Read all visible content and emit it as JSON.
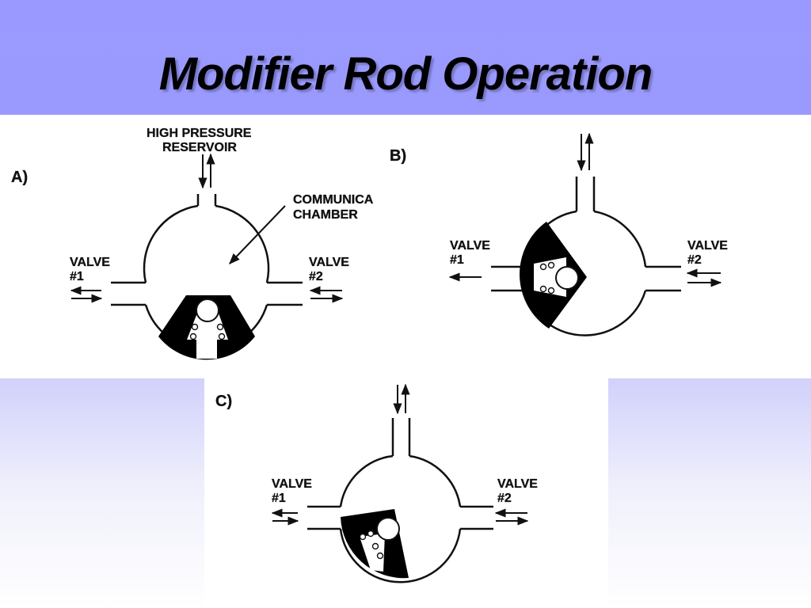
{
  "slide": {
    "title": "Modifier Rod Operation"
  },
  "panel_a": {
    "label": "A)",
    "reservoir_line1": "HIGH PRESSURE",
    "reservoir_line2": "RESERVOIR",
    "chamber_line1": "COMMUNICA",
    "chamber_line2": "CHAMBER",
    "valve1_line1": "VALVE",
    "valve1_line2": "#1",
    "valve2_line1": "VALVE",
    "valve2_line2": "#2"
  },
  "panel_b": {
    "label": "B)",
    "valve1_line1": "VALVE",
    "valve1_line2": "#1",
    "valve2_line1": "VALVE",
    "valve2_line2": "#2"
  },
  "panel_c": {
    "label": "C)",
    "valve1_line1": "VALVE",
    "valve1_line2": "#1",
    "valve2_line1": "VALVE",
    "valve2_line2": "#2"
  }
}
